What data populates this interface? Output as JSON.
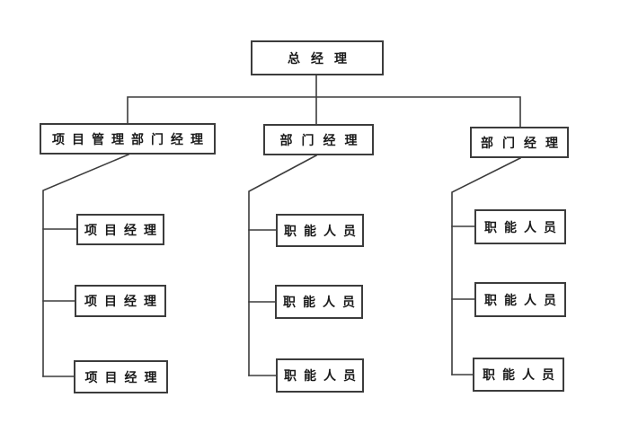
{
  "org": {
    "diagram_type": "org-chart",
    "background_color": "#ffffff",
    "line_color": "#3c3c3c",
    "box_border_color": "#3c3c3c",
    "text_color": "#1a1a1a",
    "root": {
      "label": "总经理"
    },
    "branches": [
      {
        "manager": {
          "label": "项目管理部门经理"
        },
        "children": [
          {
            "label": "项目经理"
          },
          {
            "label": "项目经理"
          },
          {
            "label": "项目经理"
          }
        ]
      },
      {
        "manager": {
          "label": "部门经理"
        },
        "children": [
          {
            "label": "职能人员"
          },
          {
            "label": "职能人员"
          },
          {
            "label": "职能人员"
          }
        ]
      },
      {
        "manager": {
          "label": "部门经理"
        },
        "children": [
          {
            "label": "职能人员"
          },
          {
            "label": "职能人员"
          },
          {
            "label": "职能人员"
          }
        ]
      }
    ]
  }
}
